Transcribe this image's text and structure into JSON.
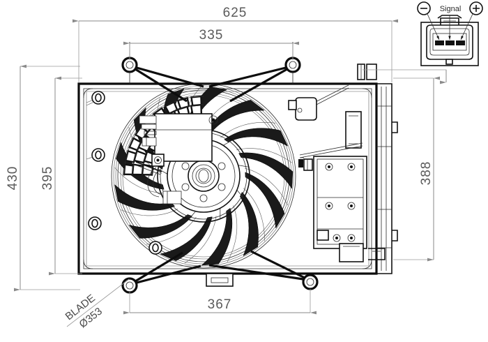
{
  "drawing": {
    "title": "radiator-fan-assembly-technical-drawing",
    "dimensions": {
      "overall_width": "625",
      "mount_span_width": "335",
      "overall_height_left": "430",
      "shroud_height_left": "395",
      "shroud_height_right": "388",
      "bottom_span": "367",
      "blade_label_line1": "BLADE",
      "blade_label_line2": "Ø353"
    },
    "connector": {
      "negative_symbol": "−",
      "signal_label": "Signal",
      "positive_symbol": "+",
      "pin_count": 3
    },
    "colors": {
      "line_dark": "#111111",
      "line_mid": "#5b5b5b",
      "dimension_gray": "#8a8a8a",
      "text_gray": "#5a5a5a",
      "background": "#ffffff"
    }
  }
}
